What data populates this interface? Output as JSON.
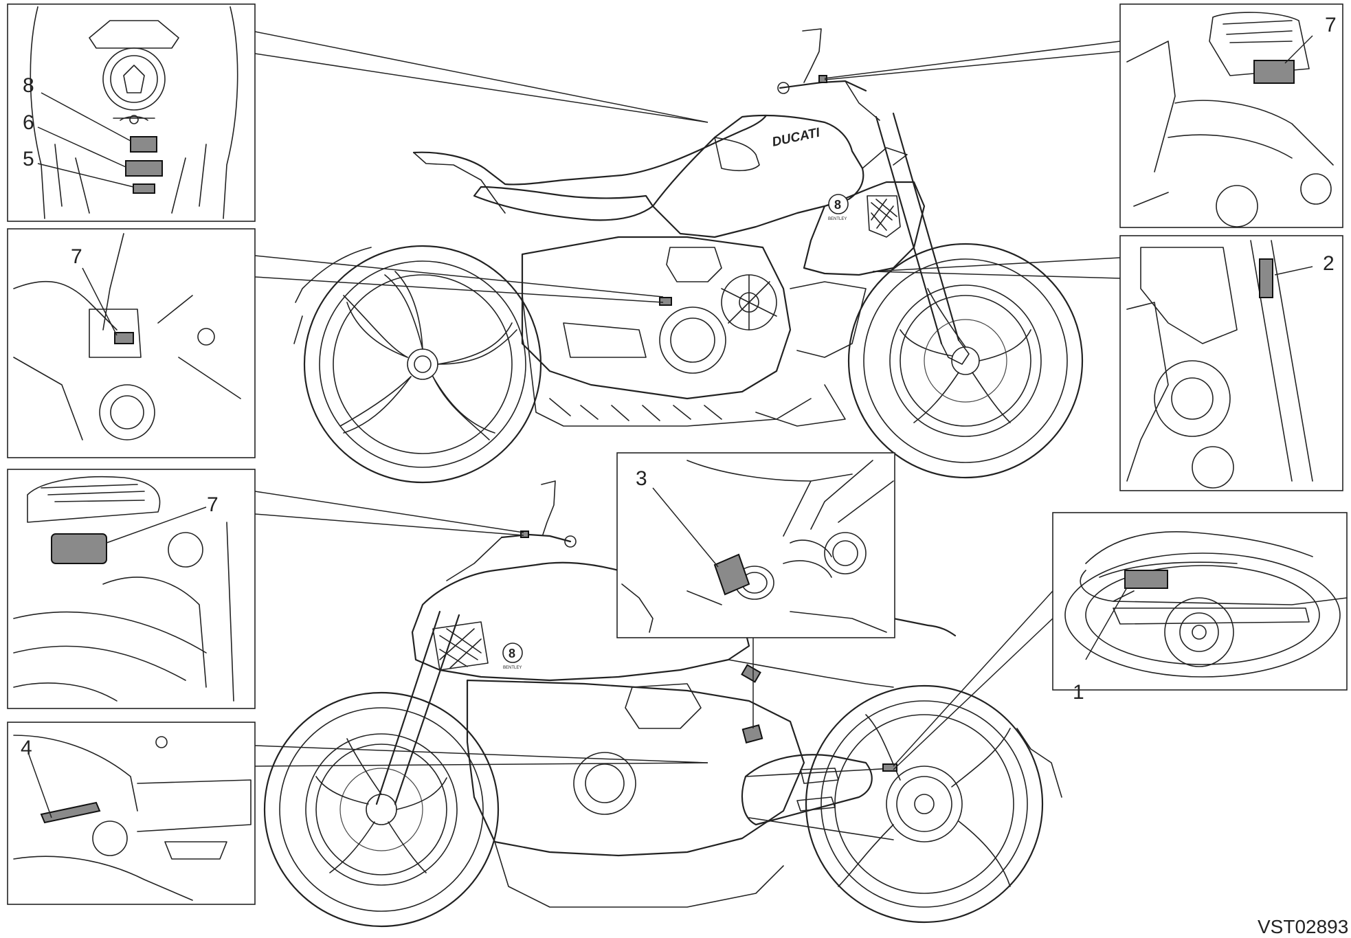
{
  "diagram": {
    "drawing_code": "VST02893",
    "callouts": [
      {
        "id": "inset-tank",
        "labels": [
          "8",
          "6",
          "5"
        ]
      },
      {
        "id": "inset-rear-master",
        "labels": [
          "7"
        ]
      },
      {
        "id": "inset-front-master",
        "labels": [
          "7"
        ]
      },
      {
        "id": "inset-handlebar-left",
        "labels": [
          "7"
        ]
      },
      {
        "id": "inset-frame-right",
        "labels": [
          "2"
        ]
      },
      {
        "id": "inset-shock",
        "labels": [
          "3"
        ]
      },
      {
        "id": "inset-swingarm",
        "labels": [
          "1"
        ]
      },
      {
        "id": "inset-footpeg",
        "labels": [
          "4"
        ]
      }
    ],
    "tank_brand_text": "DUCATI",
    "badge_text": "BENTLEY"
  }
}
